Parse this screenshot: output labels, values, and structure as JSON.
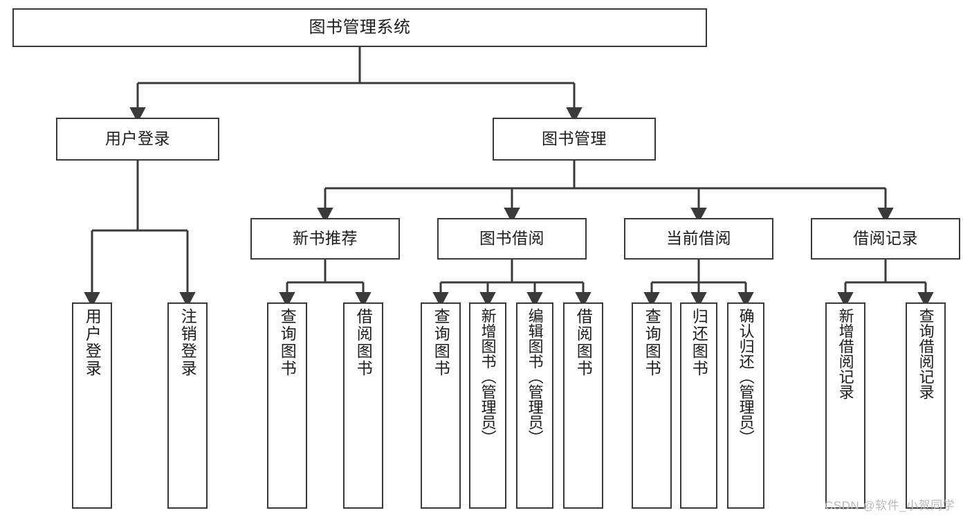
{
  "diagram": {
    "title": "图书管理系统",
    "type": "function-structure-tree",
    "root": {
      "label": "图书管理系统"
    },
    "level2": [
      {
        "label": "用户登录"
      },
      {
        "label": "图书管理"
      }
    ],
    "level3": [
      {
        "label": "新书推荐"
      },
      {
        "label": "图书借阅"
      },
      {
        "label": "当前借阅"
      },
      {
        "label": "借阅记录"
      }
    ],
    "leaves": {
      "user_login": [
        {
          "label": "用户登录"
        },
        {
          "label": "注销登录"
        }
      ],
      "new_book_recommend": [
        {
          "label": "查询图书"
        },
        {
          "label": "借阅图书"
        }
      ],
      "book_borrow": [
        {
          "label": "查询图书"
        },
        {
          "label": "新增图书（管理员）"
        },
        {
          "label": "编辑图书（管理员）"
        },
        {
          "label": "借阅图书"
        }
      ],
      "current_borrow": [
        {
          "label": "查询图书"
        },
        {
          "label": "归还图书"
        },
        {
          "label": "确认归还（管理员）"
        }
      ],
      "borrow_record": [
        {
          "label": "新增借阅记录"
        },
        {
          "label": "查询借阅记录"
        }
      ]
    }
  },
  "watermark": {
    "text": "CSDN @软件_小贺同学"
  },
  "colors": {
    "stroke": "#3a3a3a",
    "background": "#ffffff",
    "text": "#1c1c1c",
    "watermark": "#b9b9b9"
  }
}
